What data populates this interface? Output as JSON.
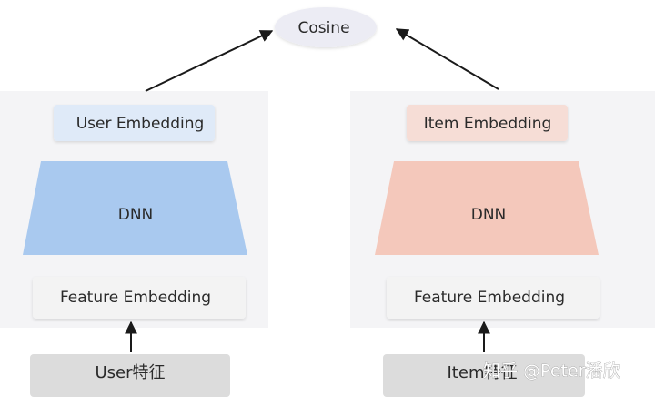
{
  "cosine": {
    "label": "Cosine"
  },
  "user_tower": {
    "embedding_label": "User Embedding",
    "dnn_label": "DNN",
    "feature_embedding_label": "Feature Embedding",
    "input_label": "User特征"
  },
  "item_tower": {
    "embedding_label": "Item Embedding",
    "dnn_label": "DNN",
    "feature_embedding_label": "Feature Embedding",
    "input_label": "Item特征"
  },
  "watermark": {
    "text": "知乎 @Peter潘欣"
  },
  "colors": {
    "panel": "#f4f4f6",
    "cosine_fill": "#ececf4",
    "user_embedding_fill": "#dfeaf8",
    "user_dnn_fill": "#a9c9ef",
    "item_embedding_fill": "#f6ddd6",
    "item_dnn_fill": "#f4c8bb",
    "feature_box_fill": "#f3f3f3",
    "input_box_fill": "#dcdcdc",
    "arrow": "#1a1a1a"
  }
}
